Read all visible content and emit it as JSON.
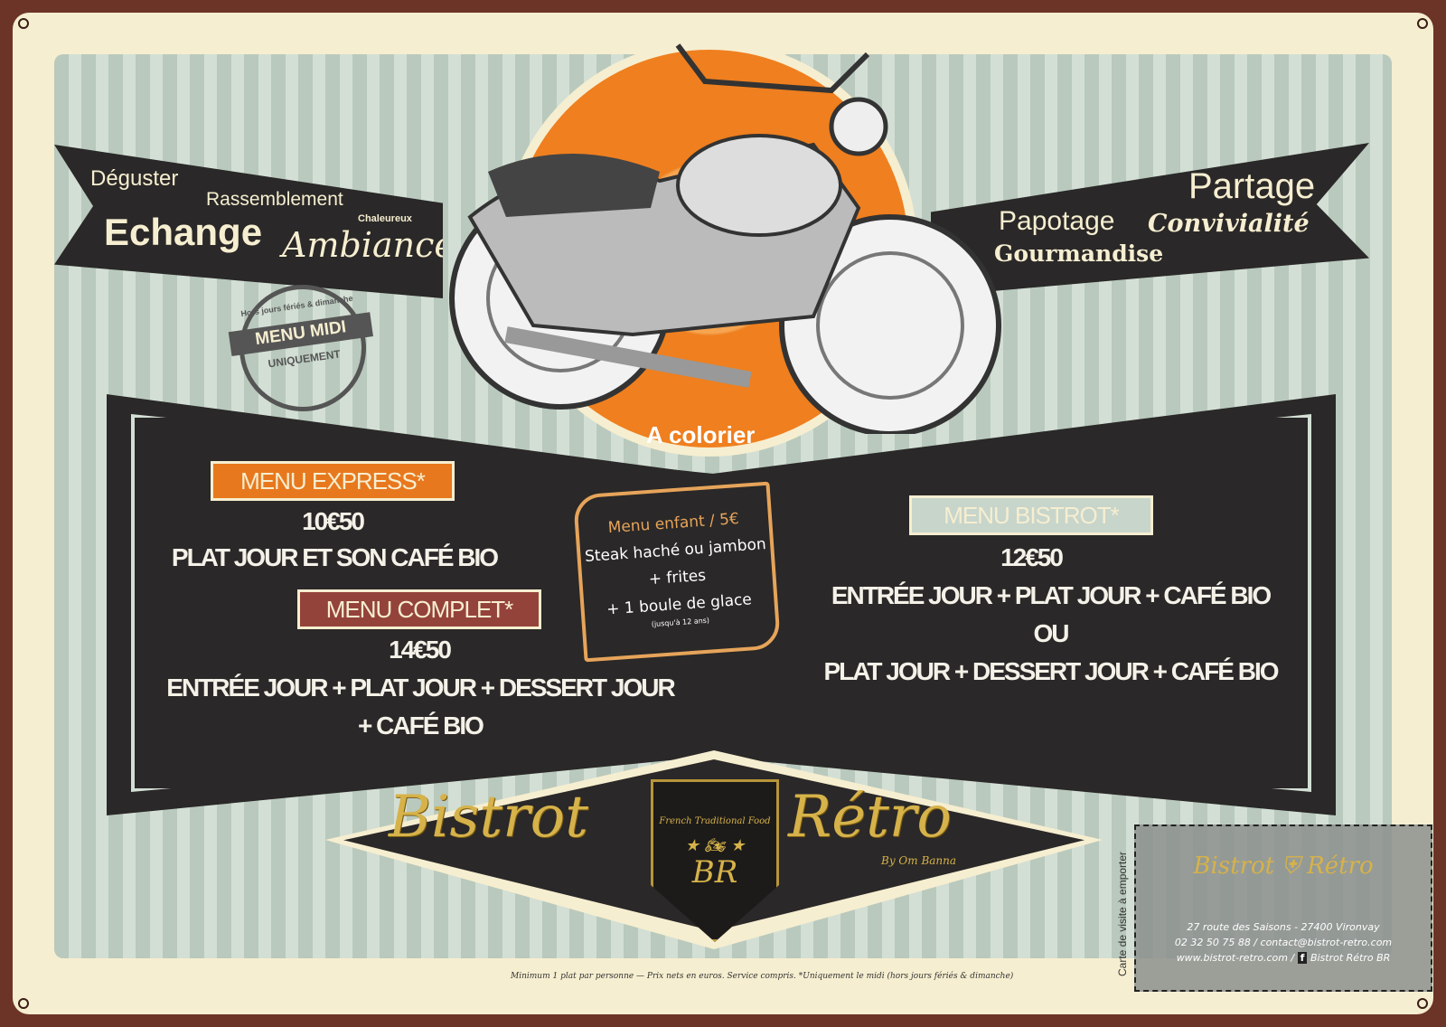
{
  "left_banner": {
    "words": [
      "Déguster",
      "Rassemblement",
      "Echange",
      "Chaleureux",
      "Ambiance"
    ]
  },
  "right_banner": {
    "words": [
      "Partage",
      "Papotage",
      "Convivialité",
      "Gourmandise"
    ]
  },
  "stamp": {
    "arc_top": "Hors jours fériés & dimanche",
    "main": "MENU MIDI",
    "arc_bottom": "UNIQUEMENT"
  },
  "motorcycle": {
    "caption": "A colorier"
  },
  "menus": [
    {
      "title": "MENU EXPRESS*",
      "price": "10€50",
      "lines": [
        "PLAT JOUR ET SON CAFÉ BIO"
      ],
      "color": "#e8781e"
    },
    {
      "title": "MENU COMPLET*",
      "price": "14€50",
      "lines": [
        "ENTRÉE JOUR + PLAT JOUR + DESSERT JOUR",
        "+ CAFÉ BIO"
      ],
      "color": "#94433a"
    },
    {
      "title": "MENU BISTROT*",
      "price": "12€50",
      "lines": [
        "ENTRÉE JOUR + PLAT JOUR + CAFÉ BIO",
        "OU",
        "PLAT JOUR + DESSERT JOUR + CAFÉ BIO"
      ],
      "color": "#c7d5cb"
    }
  ],
  "kids_menu": {
    "title": "Menu enfant / 5€",
    "lines": [
      "Steak haché ou jambon",
      "+ frites",
      "+ 1 boule de glace"
    ],
    "note": "(jusqu'à 12 ans)"
  },
  "logo": {
    "word1": "Bistrot",
    "word2": "Rétro",
    "byline": "By Om Banna",
    "shield_text": "French Traditional Food",
    "monogram": "BR"
  },
  "card": {
    "side_label": "Carte de visite à emporter",
    "address": "27 route des Saisons - 27400 Vironvay",
    "phone_email": "02 32 50 75 88  / contact@bistrot-retro.com",
    "web_social": "www.bistrot-retro.com /",
    "facebook": "Bistrot Rétro BR"
  },
  "footnote": "Minimum 1 plat par personne — Prix nets en euros. Service compris. *Uniquement le midi (hors jours fériés & dimanche)"
}
